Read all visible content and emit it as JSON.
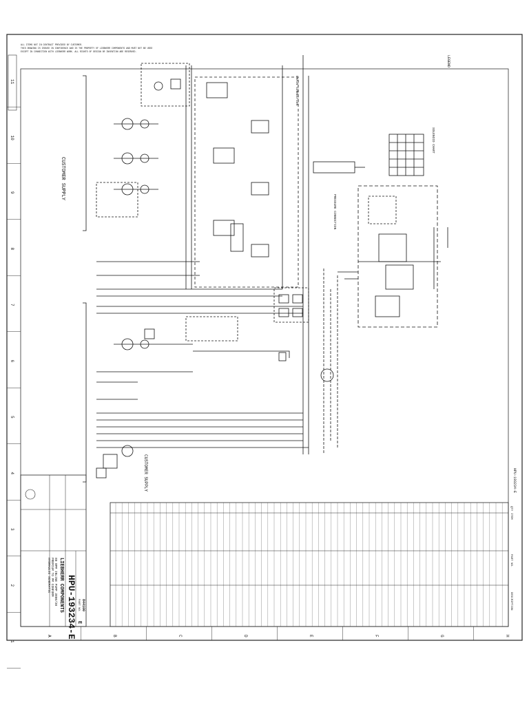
{
  "drawing": {
    "number": "HPU-193234-E",
    "revision": "E",
    "part_no_label": "PART NO.",
    "part_no": "844100",
    "company": "LIEBHERR COMPONENTS",
    "title_line1": "80 BPM INLINE PUMP 3800/30",
    "title_line2": "PREMIUM TO PM CONFORM",
    "title_line3": "HYDRAULIC SCHEMATIC",
    "side_tag": "HPU-193234-E"
  },
  "notice": {
    "line1": "ALL ITEMS NOT IN CONTRACT PROVIDED BY CUSTOMER.",
    "line2": "THIS DRAWING IS ISSUED IN CONFIDENCE AND IS THE PROPERTY OF LIEBHERR COMPONENTS AND MUST NOT BE USED",
    "line3": "EXCEPT IN CONNECTION WITH LIEBHERR WORK. ALL RIGHTS OF DESIGN OR INVENTION ARE RESERVED."
  },
  "labels": {
    "customer_supply": "CUSTOMER SUPPLY",
    "drain_connection": "DRAIN CONNECTION",
    "pressure_connection": "PRESSURE CONNECTION",
    "legend_title": "LEGEND",
    "solenoid_chart": "SOLENOID CHART"
  },
  "grid": {
    "numbers": [
      "11",
      "10",
      "9",
      "8",
      "7",
      "6",
      "5",
      "4",
      "3",
      "2",
      "1"
    ],
    "letters": [
      "A",
      "B",
      "C",
      "D",
      "E",
      "F",
      "G",
      "H"
    ]
  },
  "parts_table": {
    "col_item": "ITEM",
    "col_description": "DESCRIPTION",
    "col_part_no": "PART NO.",
    "col_qty": "QTY"
  }
}
